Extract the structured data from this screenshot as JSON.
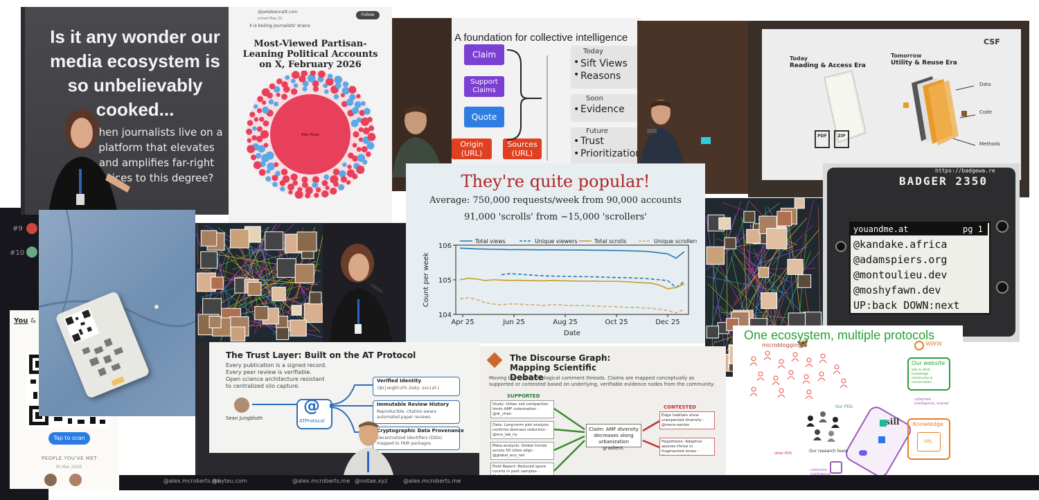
{
  "background_feed": {
    "rank_9": "#9",
    "rank_10": "#10",
    "you_label": "You",
    "me_label": "& Me",
    "tap_to_scan": "Tap to scan",
    "people_met": "PEOPLE YOU'VE MET",
    "date": "30 Mar 2026"
  },
  "talk1": {
    "headline": "Is it any wonder our media ecosystem is so unbelievably cooked...",
    "subline": "when journalists live on a platform that elevates and amplifies far-right voices to this degree?"
  },
  "bubble_chart": {
    "profile_handle": "@petebennett.com",
    "follow_btn": "Follow",
    "joined": "Joined May 23",
    "tagline": "X is boiling journalists' brains",
    "title": "Most-Viewed Partisan-Leaning Political Accounts on X, February 2026",
    "center_label": "Elon Musk",
    "colors": {
      "right": "#e8405a",
      "left": "#5aa9e6"
    }
  },
  "foundation_slide": {
    "title": "A foundation for collective intelligence",
    "nodes": [
      "Claim",
      "Support Claims",
      "Quote",
      "Origin (URL)",
      "Sources (URL)"
    ],
    "today_label": "Today",
    "today_items": [
      "Sift Views",
      "Reasons"
    ],
    "soon_label": "Soon",
    "soon_items": [
      "Evidence"
    ],
    "future_label": "Future",
    "future_items": [
      "Trust",
      "Prioritization"
    ]
  },
  "csf_slide": {
    "logo": "CSF",
    "today_label": "Today",
    "today_era": "Reading & Access Era",
    "tomorrow_label": "Tomorrow",
    "tomorrow_era": "Utility & Reuse Era",
    "labels": [
      "Data",
      "Code",
      "Methods"
    ],
    "file_tags": [
      "PDF",
      "ZIP"
    ]
  },
  "popular_slide": {
    "title": "They're quite popular!",
    "line1": "Average: 750,000 requests/week from 90,000 accounts",
    "line2": "91,000 'scrolls' from ~15,000 'scrollers'"
  },
  "chart_data": {
    "type": "line",
    "title": "",
    "xlabel": "Date",
    "ylabel": "Count per week",
    "yscale": "log",
    "ylim": [
      10000,
      1000000
    ],
    "x_ticks": [
      "Apr 25",
      "Jun 25",
      "Aug 25",
      "Oct 25",
      "Dec 25"
    ],
    "y_ticks": [
      "10^4",
      "10^5",
      "10^6"
    ],
    "legend_position": "top",
    "series": [
      {
        "name": "Total views",
        "color": "#1f77b4",
        "dash": "solid",
        "values": [
          820000,
          800000,
          780000,
          770000,
          760000,
          750000,
          740000,
          745000,
          740000,
          735000,
          730000,
          735000,
          730000,
          725000,
          720000,
          720000,
          715000,
          710000,
          705000,
          700000,
          690000,
          680000,
          670000,
          640000,
          600000,
          560000,
          420000,
          650000
        ]
      },
      {
        "name": "Unique viewers",
        "color": "#1f77b4",
        "dash": "dashed",
        "values": [
          0,
          0,
          0,
          0,
          0,
          140000,
          150000,
          145000,
          140000,
          135000,
          130000,
          128000,
          126000,
          125000,
          124000,
          123000,
          122000,
          120000,
          118000,
          116000,
          115000,
          112000,
          110000,
          105000,
          100000,
          95000,
          60000,
          90000
        ]
      },
      {
        "name": "Total scrolls",
        "color": "#c99a2e",
        "dash": "solid",
        "values": [
          100000,
          110000,
          105000,
          95000,
          100000,
          98000,
          96000,
          97000,
          95000,
          94000,
          93000,
          95000,
          94000,
          93000,
          92000,
          91000,
          92000,
          90000,
          91000,
          90000,
          88000,
          85000,
          82000,
          80000,
          70000,
          55000,
          60000,
          75000
        ]
      },
      {
        "name": "Unique scrollers",
        "color": "#d8a86a",
        "dash": "dashed",
        "values": [
          28000,
          30000,
          27000,
          22000,
          20000,
          19000,
          20000,
          20000,
          19000,
          19000,
          18000,
          19000,
          19000,
          18000,
          18000,
          18000,
          17500,
          17000,
          17000,
          16500,
          16000,
          16000,
          15500,
          15000,
          14000,
          13000,
          11000,
          14000
        ]
      }
    ]
  },
  "badge": {
    "url": "https://badgewa.re",
    "brand": "BADGER 2350",
    "screen_title": "youandme.at",
    "page": "pg 1",
    "handles": [
      "@kandake.africa",
      "@adamspiers.org",
      "@montoulieu.dev",
      "@moshyfawn.dev"
    ],
    "nav": "UP:back DOWN:next"
  },
  "trust_slide": {
    "title": "The Trust Layer: Built on the AT Protocol",
    "body": [
      "Every publication is a signed record.",
      "Every peer review is verifiable.",
      "Open science architecture resistant",
      "to centralized silo capture."
    ],
    "speaker": "Sean Jungbluth",
    "hub_symbol": "@",
    "hub_label": "ATProtocol",
    "cards": [
      {
        "title": "Verified Identity",
        "sub": "(@sjungbluth.bsky.social)"
      },
      {
        "title": "Immutable Review History",
        "sub": "Reproducible, citation-aware automated paper reviews."
      },
      {
        "title": "Cryptographic Data Provenance",
        "sub": "Decentralized Identifiers (DIDs) mapped to FAIR packages."
      }
    ]
  },
  "discourse_slide": {
    "title": "The Discourse Graph: Mapping Scientific Debate",
    "desc": "Moving beyond chronological comment threads. Claims are mapped conceptually as supported or contested based on underlying, verifiable evidence nodes from the community.",
    "supported_label": "SUPPORTED",
    "contested_label": "CONTESTED",
    "supported": [
      "Study: Urban soil compaction limits AMF colonization - @dr_chen",
      "Data: Long-term plot analysis confirms biomass reduction - @eco_lab_ny",
      "Meta-analysis: Global trends across 50 cities align - @global_eco_net",
      "Field Report: Reduced spore counts in park samples - @city_bio_team"
    ],
    "claim": "Claim: AMF diversity decreases along urbanization gradient.",
    "contested": [
      "Edge habitats show unexpected diversity - @mora-santos",
      "Hypothesis: Adaptive species thrive in fragmented zones - @el_model_lab"
    ]
  },
  "ecosystem_slide": {
    "title": "One ecosystem, multiple protocols",
    "microblogging": "microblogging",
    "www": "WWW",
    "website_title": "Our website",
    "website_sub": "who & what knowledge community & conversation",
    "pds": "Our PDS",
    "app": "sill",
    "collective": "collective intelligence, shared",
    "knowledge": "Knowledge",
    "url": "URL",
    "team": "Our research team",
    "other_pds": "other PDS",
    "collective2": "collective intelligence"
  },
  "footer": {
    "handles": [
      "@alex.mcroberts.me",
      "@byteu.com",
      "@alex.mcroberts.me",
      "@notae.xyz",
      "@alex.mcroberts.me"
    ]
  }
}
